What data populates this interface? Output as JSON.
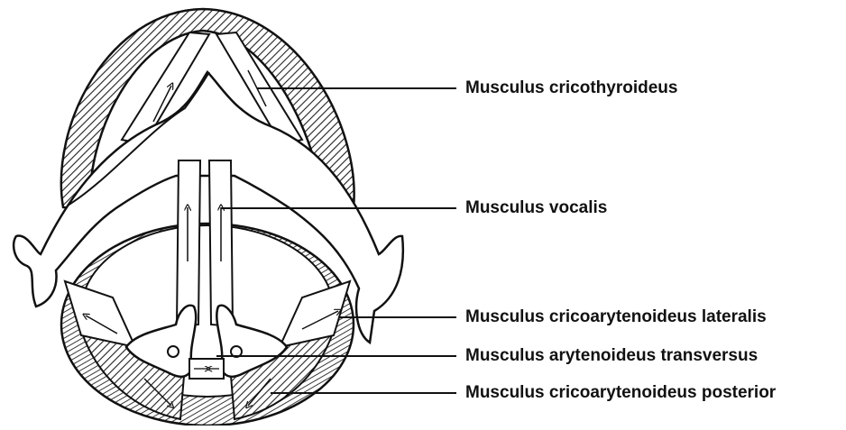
{
  "labels": {
    "cricothyroideus": "Musculus cricothyroideus",
    "vocalis": "Musculus vocalis",
    "lateralis": "Musculus cricoarytenoideus lateralis",
    "transversus": "Musculus arytenoideus transversus",
    "posterior": "Musculus cricoarytenoideus posterior"
  },
  "colors": {
    "ink": "#111111",
    "background": "#ffffff"
  }
}
